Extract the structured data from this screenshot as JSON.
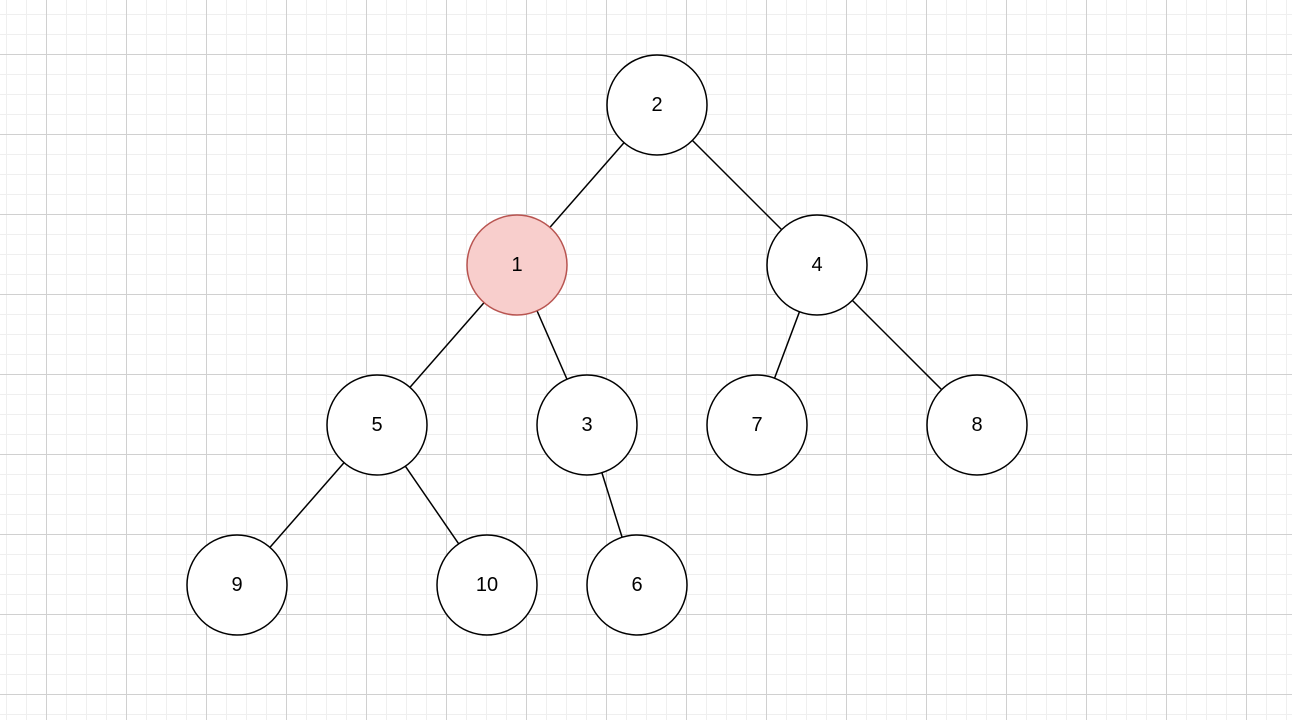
{
  "diagram": {
    "type": "binary-tree",
    "colors": {
      "node_fill": "#ffffff",
      "node_stroke": "#000000",
      "highlight_fill": "#f8cecc",
      "highlight_stroke": "#b85450",
      "edge": "#000000"
    },
    "nodes": [
      {
        "id": "n2",
        "label": "2",
        "highlight": false
      },
      {
        "id": "n1",
        "label": "1",
        "highlight": true
      },
      {
        "id": "n4",
        "label": "4",
        "highlight": false
      },
      {
        "id": "n5",
        "label": "5",
        "highlight": false
      },
      {
        "id": "n3",
        "label": "3",
        "highlight": false
      },
      {
        "id": "n7",
        "label": "7",
        "highlight": false
      },
      {
        "id": "n8",
        "label": "8",
        "highlight": false
      },
      {
        "id": "n9",
        "label": "9",
        "highlight": false
      },
      {
        "id": "n10",
        "label": "10",
        "highlight": false
      },
      {
        "id": "n6",
        "label": "6",
        "highlight": false
      }
    ],
    "edges": [
      [
        "n2",
        "n1"
      ],
      [
        "n2",
        "n4"
      ],
      [
        "n1",
        "n5"
      ],
      [
        "n1",
        "n3"
      ],
      [
        "n4",
        "n7"
      ],
      [
        "n4",
        "n8"
      ],
      [
        "n5",
        "n9"
      ],
      [
        "n5",
        "n10"
      ],
      [
        "n3",
        "n6"
      ]
    ]
  }
}
